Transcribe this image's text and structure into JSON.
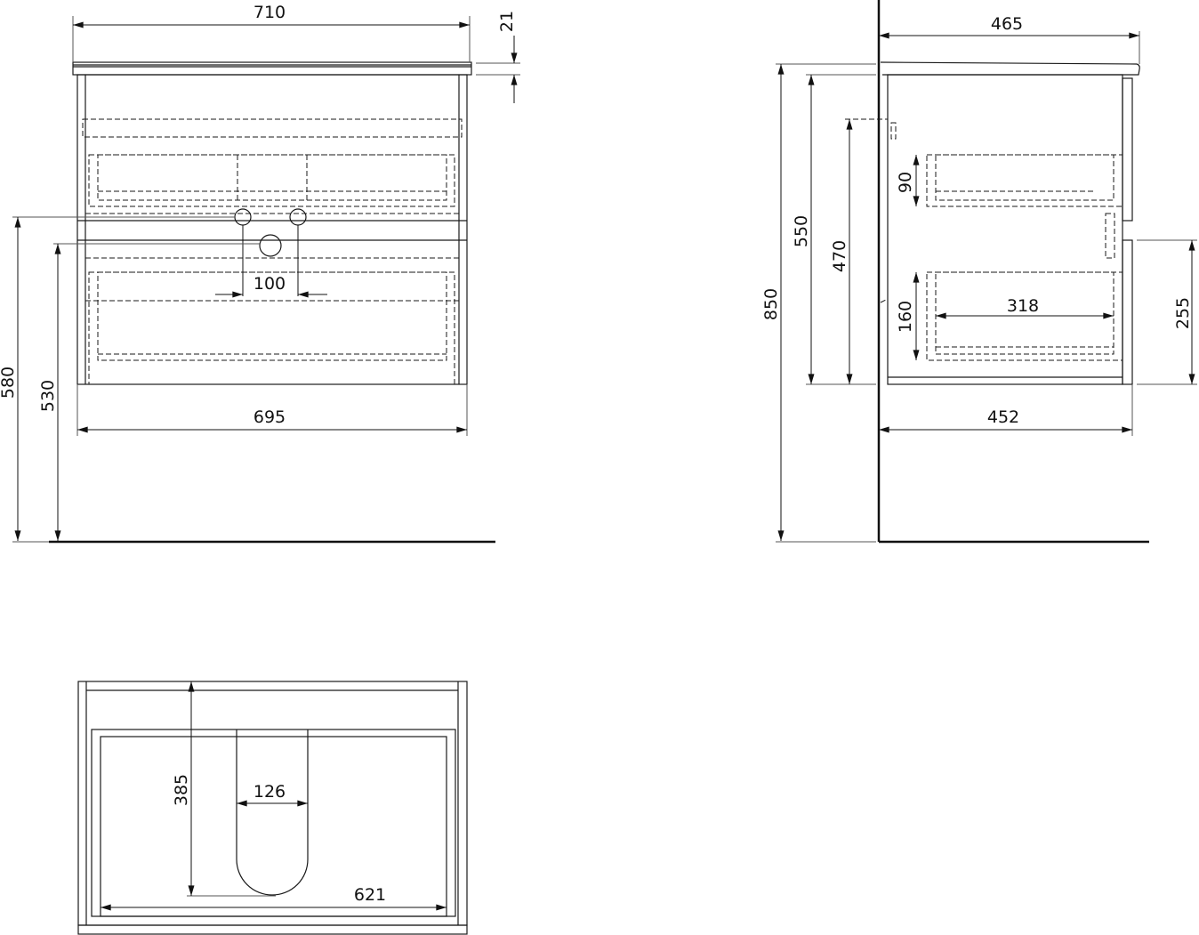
{
  "front_view": {
    "dims": {
      "overall_width": "710",
      "countertop_thickness": "21",
      "body_width": "695",
      "inlet_spacing": "100",
      "inlet_height": "580",
      "drain_height": "530"
    }
  },
  "side_view": {
    "dims": {
      "overall_depth": "465",
      "total_height": "850",
      "cabinet_height": "550",
      "inner_height": "470",
      "upper_drawer_height": "90",
      "lower_drawer_height": "160",
      "drawer_depth": "318",
      "lower_front_height": "255",
      "body_depth": "452"
    }
  },
  "top_view": {
    "dims": {
      "cutout_depth": "385",
      "cutout_width": "126",
      "inner_width": "621"
    }
  }
}
